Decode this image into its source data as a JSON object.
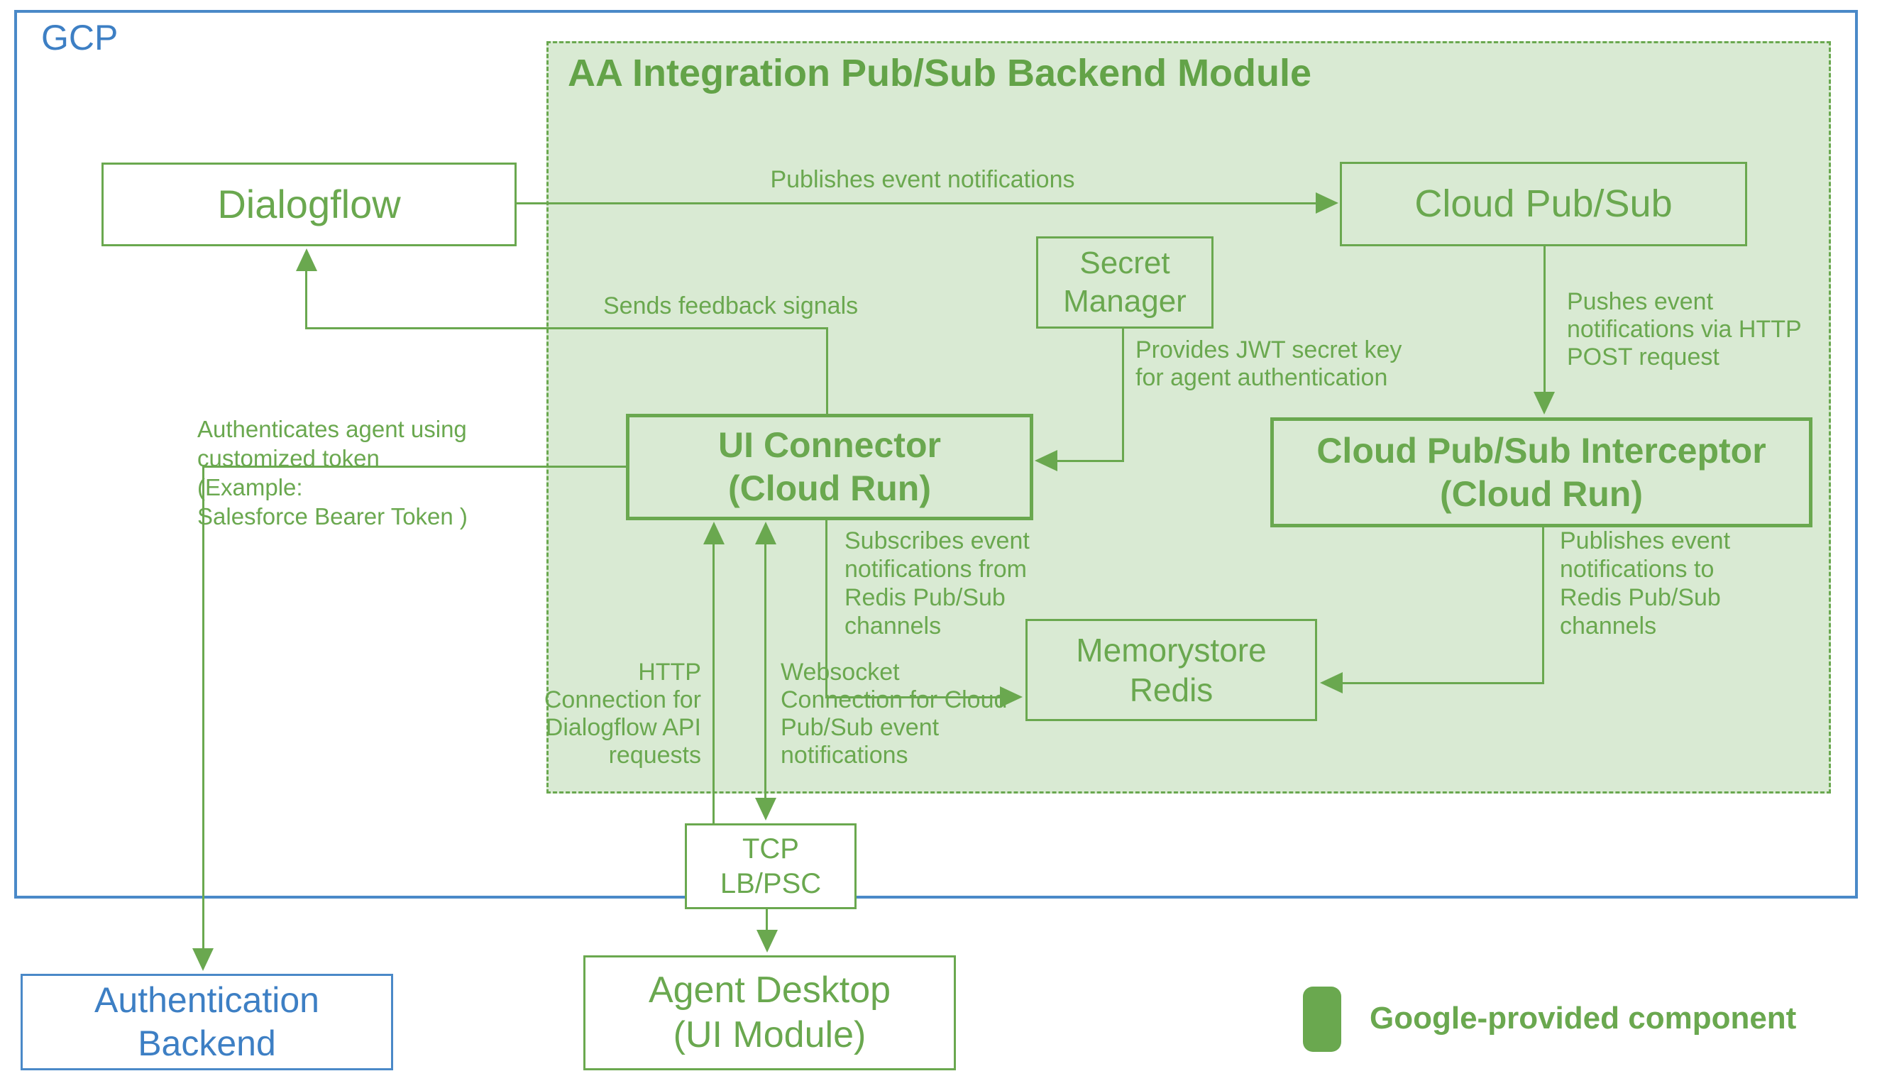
{
  "colors": {
    "green": "#6aa84f",
    "light_green_fill": "#d9ead3",
    "blue": "#4a89c8"
  },
  "gcp": {
    "label": "GCP"
  },
  "module": {
    "title": "AA Integration Pub/Sub Backend Module"
  },
  "nodes": {
    "dialogflow": {
      "label": "Dialogflow"
    },
    "cloud_pubsub": {
      "label": "Cloud Pub/Sub"
    },
    "secret_manager": {
      "label": "Secret\nManager"
    },
    "ui_connector": {
      "label": "UI Connector\n(Cloud Run)"
    },
    "interceptor": {
      "label": "Cloud Pub/Sub Interceptor\n(Cloud Run)"
    },
    "memorystore": {
      "label": "Memorystore\nRedis"
    },
    "tcp_lb": {
      "label": "TCP\nLB/PSC"
    },
    "agent_desktop": {
      "label": "Agent Desktop\n(UI Module)"
    },
    "auth_backend": {
      "label": "Authentication\nBackend"
    }
  },
  "edges": {
    "publishes_event": {
      "label": "Publishes event notifications"
    },
    "pushes_event": {
      "label": "Pushes event\nnotifications via HTTP\nPOST request"
    },
    "provides_jwt": {
      "label": "Provides JWT secret key\nfor agent authentication"
    },
    "sends_feedback": {
      "label": "Sends feedback signals"
    },
    "authenticates": {
      "label": "Authenticates agent using\ncustomized token\n(Example:\nSalesforce Bearer Token )"
    },
    "http_connection": {
      "label": "HTTP\nConnection for\nDialogflow API\nrequests"
    },
    "websocket_connection": {
      "label": "Websocket\nConnection for Cloud\nPub/Sub event\nnotifications"
    },
    "subscribes": {
      "label": "Subscribes event\nnotifications from\nRedis Pub/Sub\nchannels"
    },
    "publishes_redis": {
      "label": "Publishes event\nnotifications to\nRedis Pub/Sub\nchannels"
    }
  },
  "legend": {
    "label": "Google-provided component"
  }
}
